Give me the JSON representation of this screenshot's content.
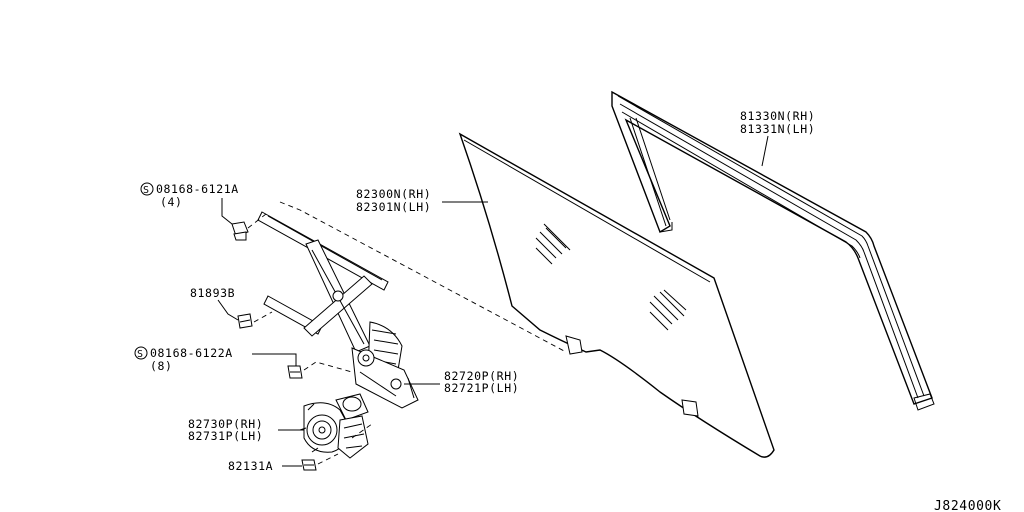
{
  "diagram_code": "J824000K",
  "labels": {
    "run_channel": [
      "81330N(RH)",
      "81331N(LH)"
    ],
    "door_glass": [
      "82300N(RH)",
      "82301N(LH)"
    ],
    "bolt_upper": [
      "08168-6121A",
      "(4)"
    ],
    "clip": "81893B",
    "bolt_lower": [
      "08168-6122A",
      "(8)"
    ],
    "regulator": [
      "82720P(RH)",
      "82721P(LH)"
    ],
    "motor": [
      "82730P(RH)",
      "82731P(LH)"
    ],
    "nut": "82131A"
  },
  "screw_symbol": "S"
}
